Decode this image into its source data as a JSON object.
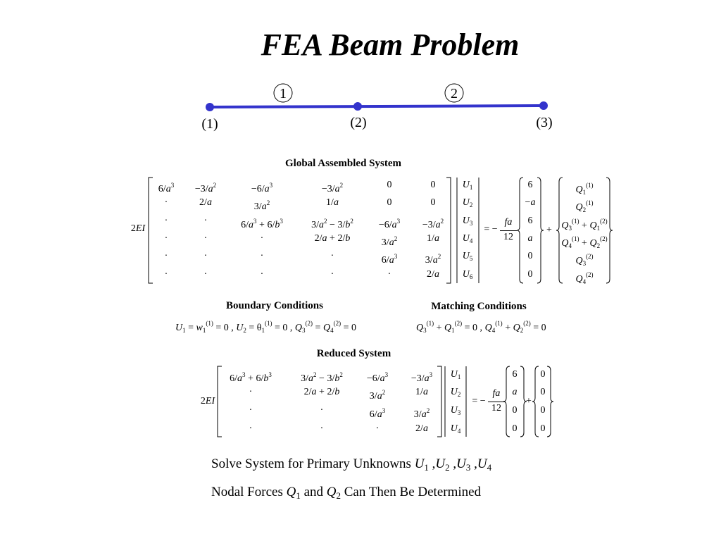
{
  "title": "FEA Beam Problem",
  "diagram": {
    "elements": [
      "1",
      "2"
    ],
    "nodes": [
      "(1)",
      "(2)",
      "(3)"
    ],
    "beam_color": "#3333cc"
  },
  "global": {
    "heading": "Global Assembled System",
    "factor": "2EI",
    "rows": [
      [
        "6/a³",
        "−3/a²",
        "−6/a³",
        "−3/a²",
        "0",
        "0"
      ],
      [
        "·",
        "2/a",
        "3/a²",
        "1/a",
        "0",
        "0"
      ],
      [
        "·",
        "·",
        "6/a³ + 6/b³",
        "3/a² − 3/b²",
        "−6/a³",
        "−3/a²"
      ],
      [
        "·",
        "·",
        "·",
        "2/a + 2/b",
        "3/a²",
        "1/a"
      ],
      [
        "·",
        "·",
        "·",
        "·",
        "6/a³",
        "3/a²"
      ],
      [
        "·",
        "·",
        "·",
        "·",
        "·",
        "2/a"
      ]
    ],
    "unknowns": [
      "U1",
      "U2",
      "U3",
      "U4",
      "U5",
      "U6"
    ],
    "equals": "= −",
    "frac_num": "fa",
    "frac_den": "12",
    "load": [
      "6",
      "−a",
      "6",
      "a",
      "0",
      "0"
    ],
    "plus": "+",
    "Q": [
      "Q1(1)",
      "Q2(1)",
      "Q3(1) + Q1(2)",
      "Q4(1) + Q2(2)",
      "Q3(2)",
      "Q4(2)"
    ]
  },
  "boundary": {
    "heading": "Boundary Conditions",
    "text": "U1 = w1(1) = 0 , U2 = θ1(1) = 0 , Q3(2) = Q4(2) = 0"
  },
  "matching": {
    "heading": "Matching Conditions",
    "text": "Q3(1) + Q1(2) = 0 , Q4(1) + Q2(2) = 0"
  },
  "reduced": {
    "heading": "Reduced System",
    "factor": "2EI",
    "rows": [
      [
        "6/a³ + 6/b³",
        "3/a² − 3/b²",
        "−6/a³",
        "−3/a³"
      ],
      [
        "·",
        "2/a + 2/b",
        "3/a²",
        "1/a"
      ],
      [
        "·",
        "·",
        "6/a³",
        "3/a²"
      ],
      [
        "·",
        "·",
        "·",
        "2/a"
      ]
    ],
    "unknowns": [
      "U1",
      "U2",
      "U3",
      "U4"
    ],
    "equals": "= −",
    "frac_num": "fa",
    "frac_den": "12",
    "load": [
      "6",
      "a",
      "0",
      "0"
    ],
    "plus": "+",
    "zeros": [
      "0",
      "0",
      "0",
      "0"
    ]
  },
  "footer": {
    "line1_text": "Solve System for Primary Unknowns",
    "line1_vars": [
      "U1",
      "U2",
      "U3",
      "U4"
    ],
    "line2_a": "Nodal Forces",
    "line2_q1": "Q1",
    "line2_and": "and",
    "line2_q2": "Q2",
    "line2_b": "Can Then Be Determined"
  }
}
